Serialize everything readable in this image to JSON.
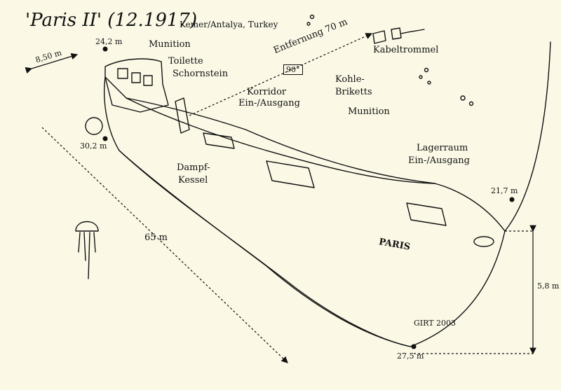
{
  "title": "'Paris II' (12.1917)",
  "location": "Kemer/Antalya, Turkey",
  "labels": {
    "munition_top": "Munition",
    "toilette": "Toilette",
    "schornstein": "Schornstein",
    "korridor": "Korridor",
    "ein_ausgang_1": "Ein-/Ausgang",
    "kohle": "Kohle-",
    "briketts": "Briketts",
    "munition_mid": "Munition",
    "lagerraum": "Lagerraum",
    "ein_ausgang_2": "Ein-/Ausgang",
    "dampf": "Dampf-",
    "kessel": "Kessel",
    "entfernung": "Entfernung 70 m",
    "angle": "90°",
    "kabeltrommel": "Kabeltrommel",
    "hull_name": "PARIS",
    "signature": "GIRT 2003"
  },
  "measurements": {
    "width": "8,50 m",
    "length": "65 m",
    "height": "5,8 m",
    "depth_bridge": "24,2 m",
    "depth_stern": "30,2 m",
    "depth_bow": "21,7 m",
    "depth_keel": "27,5 m"
  },
  "colors": {
    "paper": "#fbf9e6",
    "ink": "#111111"
  }
}
